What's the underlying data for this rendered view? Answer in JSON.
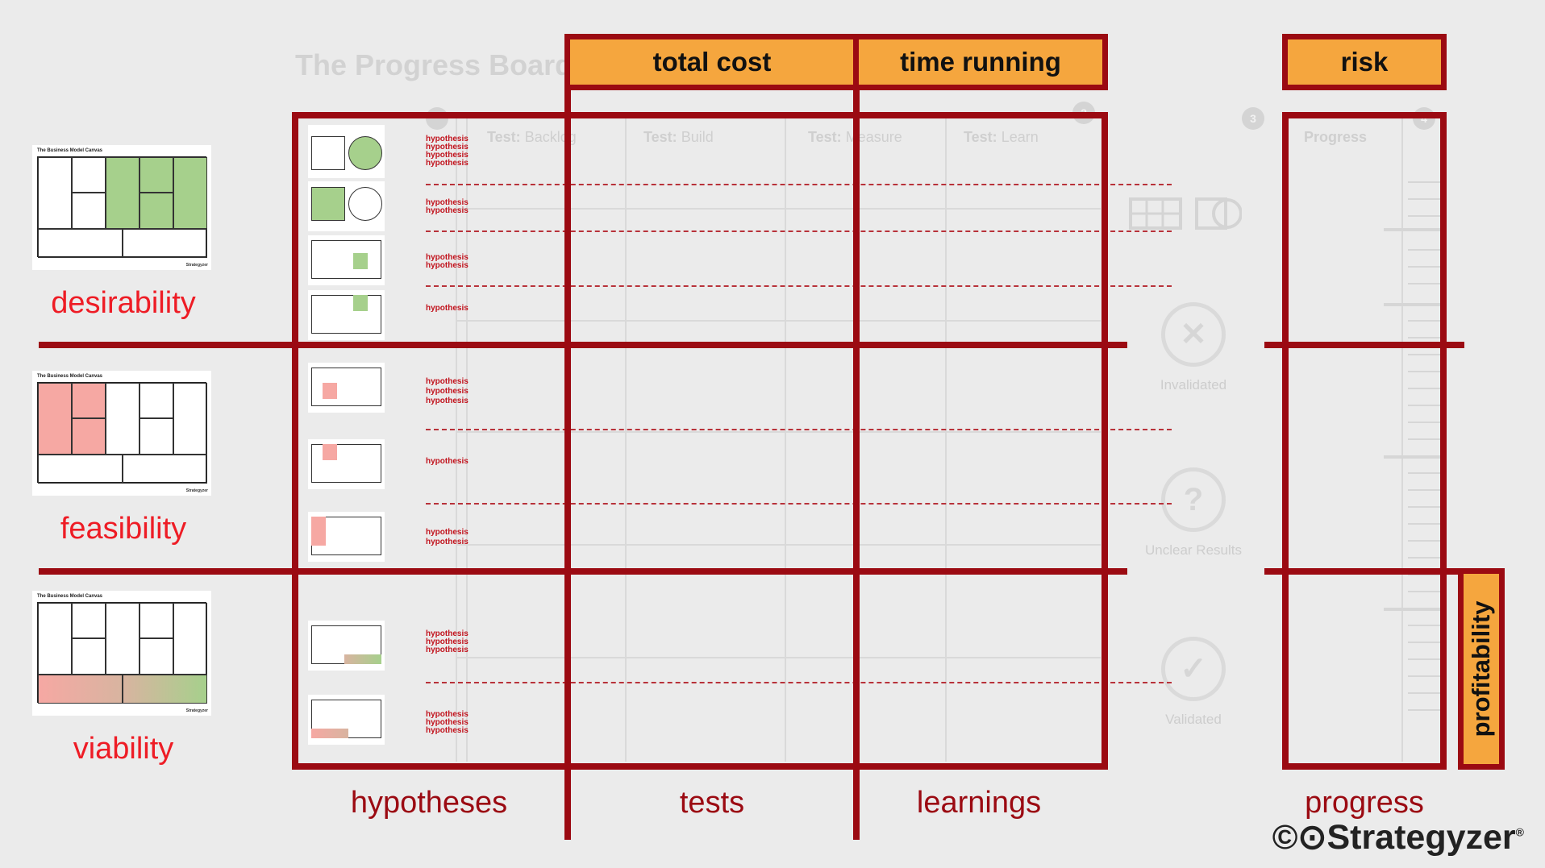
{
  "background_board": {
    "title": "The Progress Board",
    "columns": [
      {
        "prefix": "Test:",
        "name": "Backlog"
      },
      {
        "prefix": "Test:",
        "name": "Build"
      },
      {
        "prefix": "Test:",
        "name": "Measure"
      },
      {
        "prefix": "Test:",
        "name": "Learn"
      }
    ],
    "progress_title": "Progress",
    "step_numbers": [
      "2",
      "3",
      "4"
    ],
    "statuses": [
      {
        "label": "Invalidated",
        "symbol": "✕"
      },
      {
        "label": "Unclear Results",
        "symbol": "?"
      },
      {
        "label": "Validated",
        "symbol": "✓"
      }
    ]
  },
  "header_tabs": {
    "total_cost": "total cost",
    "time_running": "time running",
    "risk": "risk"
  },
  "row_labels": {
    "desirability": "desirability",
    "feasibility": "feasibility",
    "viability": "viability"
  },
  "column_labels": {
    "hypotheses": "hypotheses",
    "tests": "tests",
    "learnings": "learnings",
    "progress": "progress"
  },
  "side_label": "profitability",
  "canvas_title": "The Business Model Canvas",
  "vp_canvas_title": "The Value Proposition Canvas",
  "hypothesis_word": "hypothesis",
  "hypothesis_groups": [
    [
      "hypothesis",
      "hypothesis",
      "hypothesis",
      "hypothesis"
    ],
    [
      "hypothesis",
      "hypothesis"
    ],
    [
      "hypothesis",
      "hypothesis"
    ],
    [
      "hypothesis"
    ],
    [
      "hypothesis",
      "hypothesis",
      "hypothesis"
    ],
    [
      "hypothesis"
    ],
    [
      "hypothesis",
      "hypothesis"
    ],
    [
      "hypothesis",
      "hypothesis",
      "hypothesis"
    ],
    [
      "hypothesis",
      "hypothesis",
      "hypothesis"
    ]
  ],
  "brand": {
    "copyright": "©",
    "name": "Strategyzer",
    "registered": "®"
  },
  "colors": {
    "dark_red": "#9b0a12",
    "bright_red": "#ee1c25",
    "orange": "#f5a63e",
    "green": "#a6d08c",
    "pink": "#f6a8a3"
  }
}
